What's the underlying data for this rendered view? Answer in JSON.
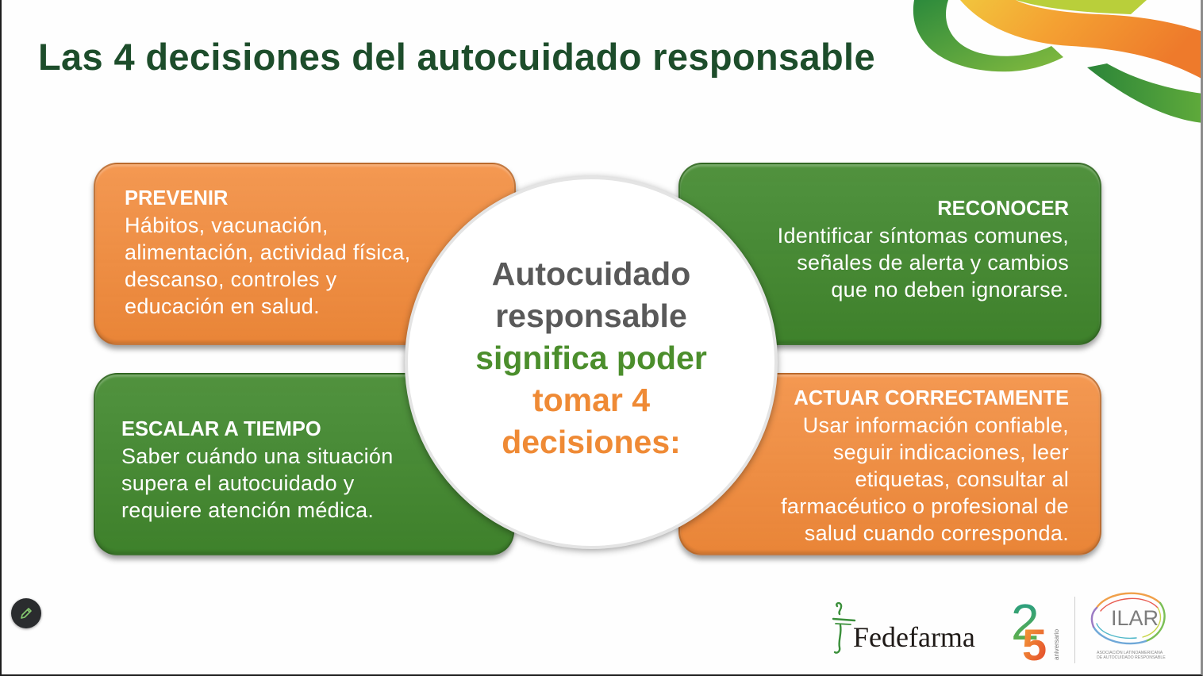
{
  "slide": {
    "title": "Las 4 decisiones del autocuidado responsable",
    "decisions": [
      {
        "heading": "PREVENIR",
        "lines": [
          "Hábitos, vacunación,",
          "alimentación, actividad física,",
          "descanso, controles y",
          "educación en salud."
        ]
      },
      {
        "heading": "RECONOCER",
        "lines": [
          "Identificar síntomas comunes,",
          "señales de alerta y cambios",
          "que no deben ignorarse."
        ]
      },
      {
        "heading": "ESCALAR A TIEMPO",
        "lines": [
          "Saber cuándo una situación",
          "supera el autocuidado y",
          "requiere atención médica."
        ]
      },
      {
        "heading": "ACTUAR CORRECTAMENTE",
        "lines": [
          "Usar información confiable,",
          "seguir indicaciones, leer",
          "etiquetas, consultar al",
          "farmacéutico o profesional de",
          "salud cuando corresponda."
        ]
      }
    ],
    "center": {
      "lines": [
        "Autocuidado",
        "responsable",
        "significa poder",
        "tomar 4",
        "decisiones:"
      ]
    }
  },
  "logos": {
    "fedefarma": {
      "name": "Fedefarma"
    },
    "anniversary": {
      "digit_1": "2",
      "digit_2": "5",
      "caption": "aniversario"
    },
    "ilar": {
      "name": "ILAR",
      "tagline": [
        "ASOCIACIÓN LATINOAMERICANA",
        "DE AUTOCUIDADO RESPONSABLE"
      ]
    }
  },
  "controls": {
    "annotate_icon": "pencil-icon"
  },
  "colors": {
    "title": "#1d4d2b",
    "orange": "#f28a3a",
    "green": "#42892e",
    "center_gray": "#595959",
    "center_green": "#4b8e2c",
    "center_orange": "#ef8a35",
    "box_text": "#ffffff"
  }
}
